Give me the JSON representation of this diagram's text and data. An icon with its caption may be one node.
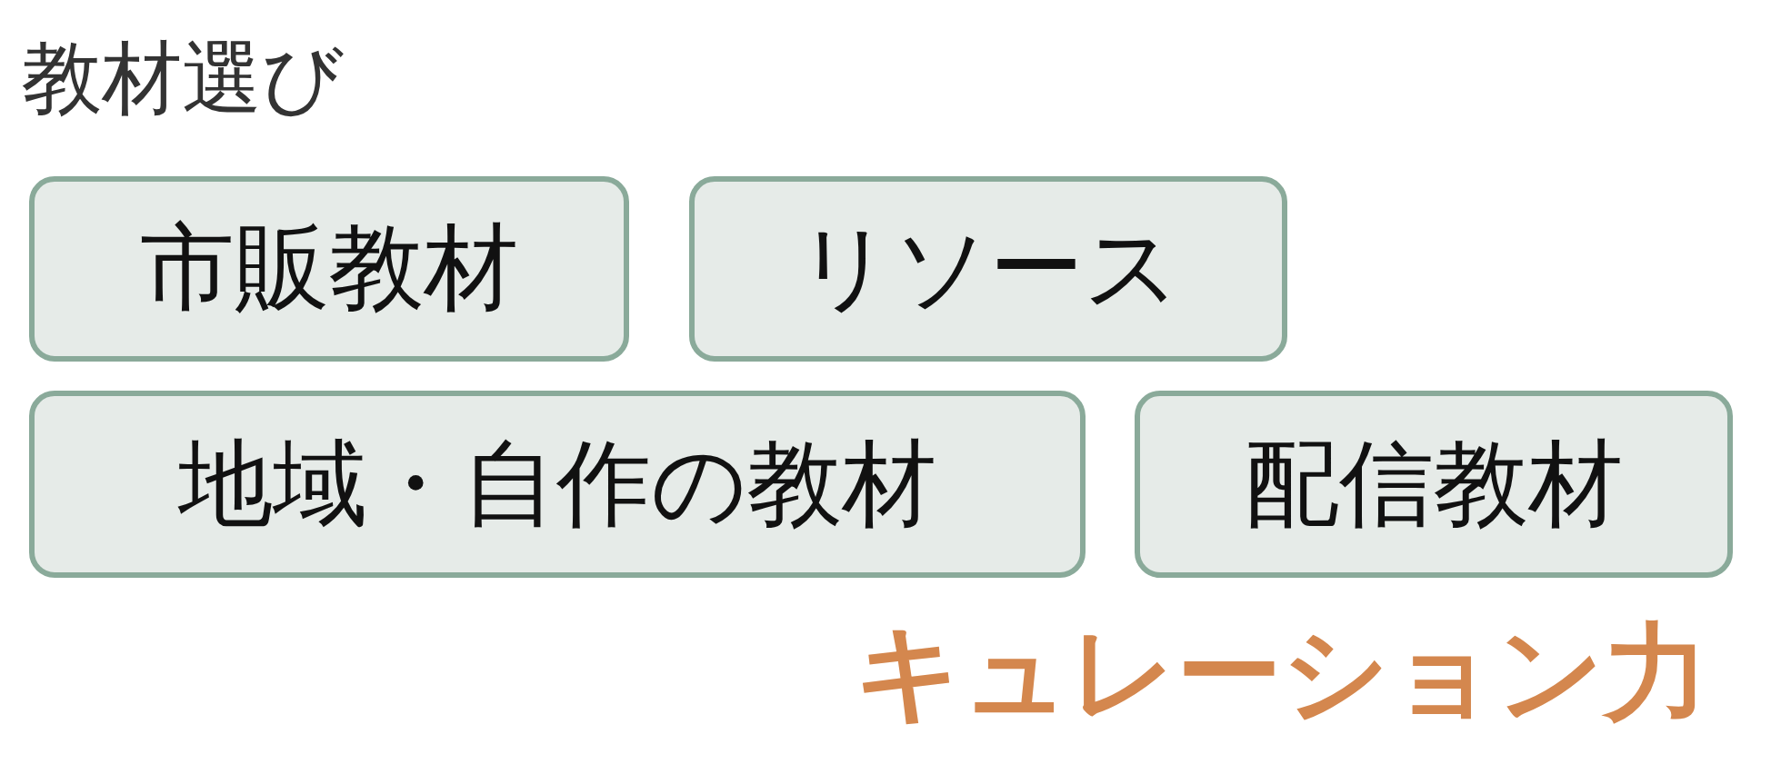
{
  "diagram": {
    "title": "教材選び",
    "nodes": [
      {
        "text": [
          "市販教材"
        ]
      },
      {
        "text": [
          "リソース"
        ]
      },
      {
        "text": [
          "地域・自作の教材"
        ]
      },
      {
        "text": [
          "配信教材"
        ]
      }
    ],
    "labels": [
      "キュレーション力"
    ]
  }
}
